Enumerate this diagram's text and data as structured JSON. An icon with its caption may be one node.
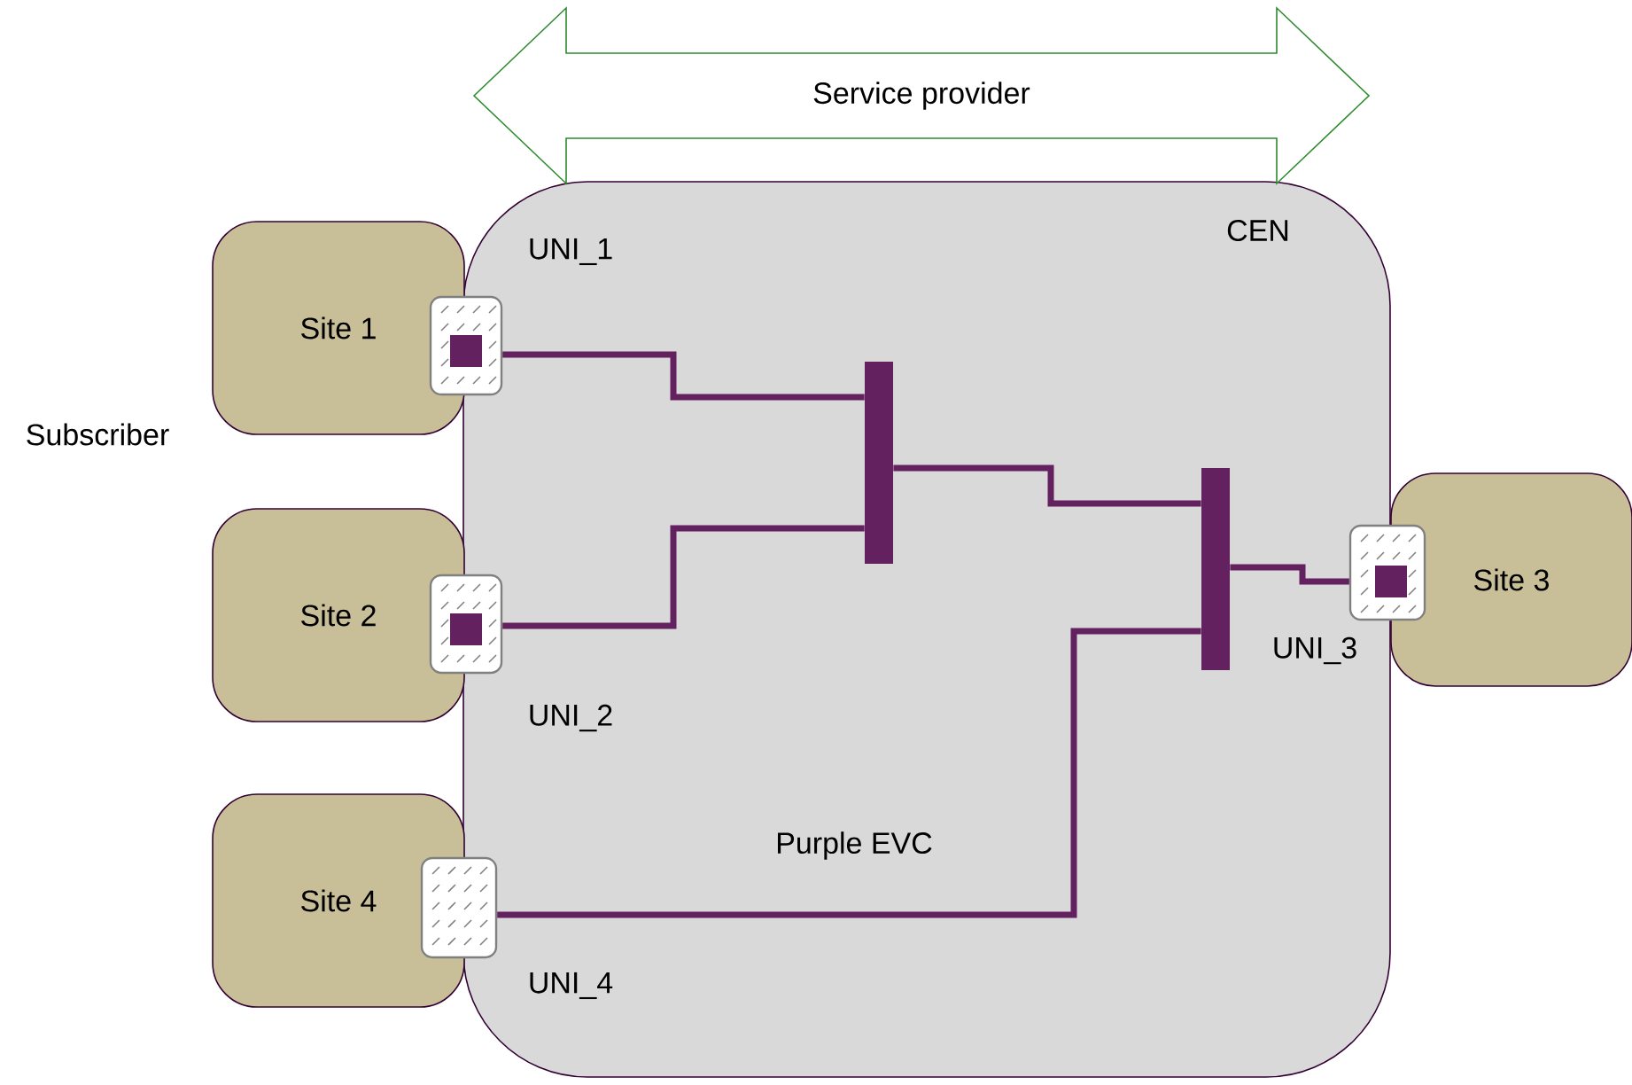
{
  "diagram": {
    "nodes": [
      {
        "text": [
          "Service provider"
        ]
      },
      {
        "text": [
          "CEN"
        ]
      },
      {
        "text": [
          "Site 1"
        ]
      },
      {
        "text": [
          "Site 2"
        ]
      },
      {
        "text": [
          "Site 3"
        ]
      },
      {
        "text": [
          "Site 4"
        ]
      },
      {
        "text": [],
        "shape": "box",
        "beside": [
          "UNI_1"
        ]
      },
      {
        "text": [],
        "shape": "box",
        "beside": [
          "UNI_2"
        ]
      },
      {
        "text": [],
        "shape": "box",
        "beside": [
          "UNI_3"
        ]
      },
      {
        "text": [],
        "shape": "box",
        "beside": [
          "UNI_4"
        ]
      },
      {
        "text": [],
        "shape": "bar",
        "in": 1
      },
      {
        "text": [],
        "shape": "bar",
        "in": 1
      }
    ],
    "edges": [
      {
        "from": 6,
        "to": 10,
        "arrow": "none"
      },
      {
        "from": 7,
        "to": 10,
        "arrow": "none"
      },
      {
        "from": 10,
        "to": 11,
        "arrow": "none"
      },
      {
        "from": 9,
        "to": 11,
        "arrow": "none"
      },
      {
        "from": 11,
        "to": 8,
        "arrow": "none"
      }
    ],
    "labels": [
      "Subscriber",
      "Purple EVC"
    ]
  }
}
